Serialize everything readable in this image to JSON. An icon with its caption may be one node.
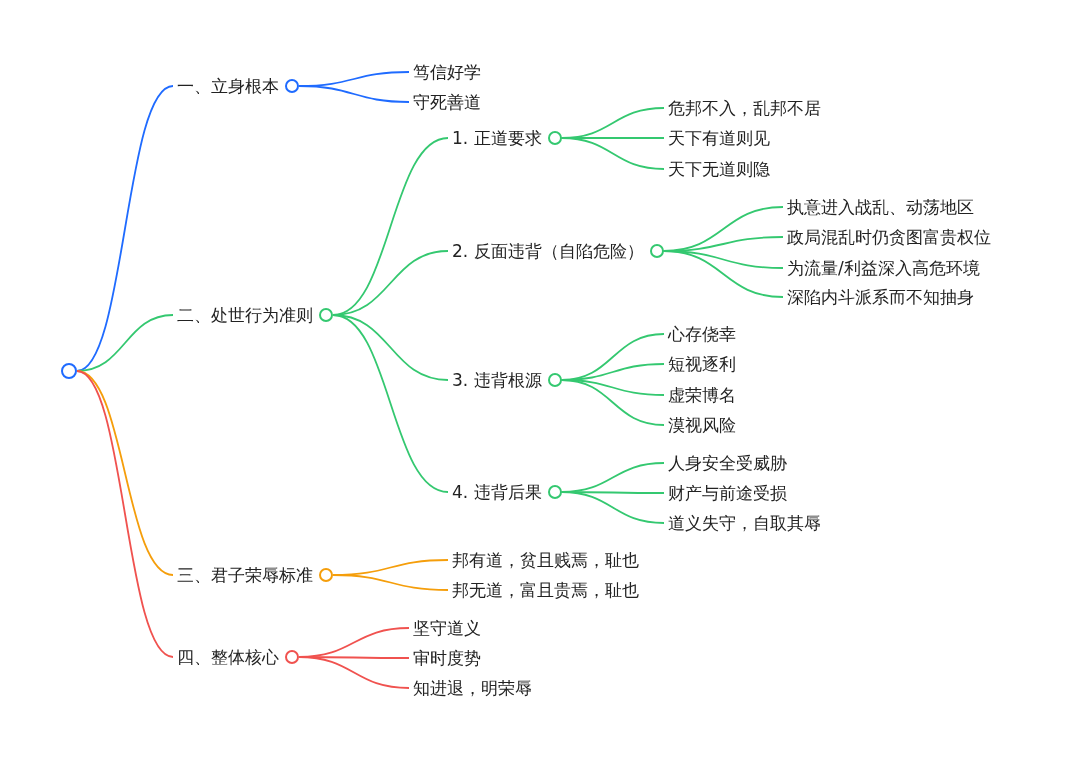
{
  "diagram": {
    "nodes": [
      {
        "text": [],
        "shape": "circle"
      },
      {
        "text": [
          "一、立身根本"
        ]
      },
      {
        "text": [
          "笃信好学"
        ]
      },
      {
        "text": [
          "守死善道"
        ]
      },
      {
        "text": [
          "二、处世行为准则"
        ]
      },
      {
        "text": [
          "1. 正道要求"
        ]
      },
      {
        "text": [
          "危邦不入，乱邦不居"
        ]
      },
      {
        "text": [
          "天下有道则见"
        ]
      },
      {
        "text": [
          "天下无道则隐"
        ]
      },
      {
        "text": [
          "2. 反面违背（自陷危险）"
        ]
      },
      {
        "text": [
          "执意进入战乱、动荡地区"
        ]
      },
      {
        "text": [
          "政局混乱时仍贪图富贵权位"
        ]
      },
      {
        "text": [
          "为流量/利益深入高危环境"
        ]
      },
      {
        "text": [
          "深陷内斗派系而不知抽身"
        ]
      },
      {
        "text": [
          "3. 违背根源"
        ]
      },
      {
        "text": [
          "心存侥幸"
        ]
      },
      {
        "text": [
          "短视逐利"
        ]
      },
      {
        "text": [
          "虚荣博名"
        ]
      },
      {
        "text": [
          "漠视风险"
        ]
      },
      {
        "text": [
          "4. 违背后果"
        ]
      },
      {
        "text": [
          "人身安全受威胁"
        ]
      },
      {
        "text": [
          "财产与前途受损"
        ]
      },
      {
        "text": [
          "道义失守，自取其辱"
        ]
      },
      {
        "text": [
          "三、君子荣辱标准"
        ]
      },
      {
        "text": [
          "邦有道，贫且贱焉，耻也"
        ]
      },
      {
        "text": [
          "邦无道，富且贵焉，耻也"
        ]
      },
      {
        "text": [
          "四、整体核心"
        ]
      },
      {
        "text": [
          "坚守道义"
        ]
      },
      {
        "text": [
          "审时度势"
        ]
      },
      {
        "text": [
          "知进退，明荣辱"
        ]
      }
    ],
    "edges": [
      {
        "from": 0,
        "to": 1,
        "arrow": "none",
        "color": "#1f6bff"
      },
      {
        "from": 1,
        "to": 2,
        "arrow": "none",
        "color": "#1f6bff"
      },
      {
        "from": 1,
        "to": 3,
        "arrow": "none",
        "color": "#1f6bff"
      },
      {
        "from": 0,
        "to": 4,
        "arrow": "none"
      },
      {
        "from": 4,
        "to": 5,
        "arrow": "none"
      },
      {
        "from": 5,
        "to": 6,
        "arrow": "none"
      },
      {
        "from": 5,
        "to": 7,
        "arrow": "none"
      },
      {
        "from": 5,
        "to": 8,
        "arrow": "none"
      },
      {
        "from": 4,
        "to": 9,
        "arrow": "none"
      },
      {
        "from": 9,
        "to": 10,
        "arrow": "none"
      },
      {
        "from": 9,
        "to": 11,
        "arrow": "none"
      },
      {
        "from": 9,
        "to": 12,
        "arrow": "none"
      },
      {
        "from": 9,
        "to": 13,
        "arrow": "none"
      },
      {
        "from": 4,
        "to": 14,
        "arrow": "none"
      },
      {
        "from": 14,
        "to": 15,
        "arrow": "none"
      },
      {
        "from": 14,
        "to": 16,
        "arrow": "none"
      },
      {
        "from": 14,
        "to": 17,
        "arrow": "none"
      },
      {
        "from": 14,
        "to": 18,
        "arrow": "none"
      },
      {
        "from": 4,
        "to": 19,
        "arrow": "none"
      },
      {
        "from": 19,
        "to": 20,
        "arrow": "none"
      },
      {
        "from": 19,
        "to": 21,
        "arrow": "none"
      },
      {
        "from": 19,
        "to": 22,
        "arrow": "none"
      },
      {
        "from": 0,
        "to": 23,
        "arrow": "none",
        "color": "#f59e0b"
      },
      {
        "from": 23,
        "to": 24,
        "arrow": "none",
        "color": "#f59e0b"
      },
      {
        "from": 23,
        "to": 25,
        "arrow": "none",
        "color": "#f59e0b"
      },
      {
        "from": 0,
        "to": 26,
        "arrow": "none",
        "color": "#f0524f"
      },
      {
        "from": 26,
        "to": 27,
        "arrow": "none",
        "color": "#f0524f"
      },
      {
        "from": 26,
        "to": 28,
        "arrow": "none",
        "color": "#f0524f"
      },
      {
        "from": 26,
        "to": 29,
        "arrow": "none",
        "color": "#f0524f"
      }
    ]
  }
}
